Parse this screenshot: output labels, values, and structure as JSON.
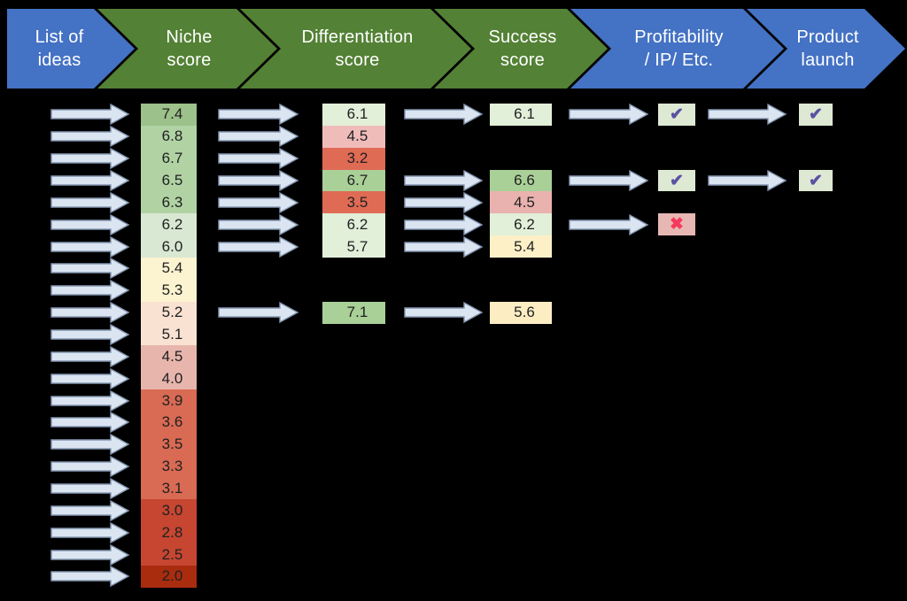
{
  "canvas": {
    "background": "#000000"
  },
  "banner": {
    "steps": [
      {
        "label": "List of\nideas",
        "color": "#4472c4"
      },
      {
        "label": "Niche\nscore",
        "color": "#538135"
      },
      {
        "label": "Differentiation\nscore",
        "color": "#538135"
      },
      {
        "label": "Success\nscore",
        "color": "#538135"
      },
      {
        "label": "Profitability\n/ IP/ Etc.",
        "color": "#4472c4"
      },
      {
        "label": "Product\nlaunch",
        "color": "#4472c4"
      }
    ]
  },
  "niche": {
    "rows": [
      {
        "value": "7.4",
        "bg": "#9cc18a"
      },
      {
        "value": "6.8",
        "bg": "#b1d3a4"
      },
      {
        "value": "6.7",
        "bg": "#b1d3a4"
      },
      {
        "value": "6.5",
        "bg": "#b1d3a4"
      },
      {
        "value": "6.3",
        "bg": "#b1d3a4"
      },
      {
        "value": "6.2",
        "bg": "#d9e8d2"
      },
      {
        "value": "6.0",
        "bg": "#d9e8d2"
      },
      {
        "value": "5.4",
        "bg": "#fcf3d0"
      },
      {
        "value": "5.3",
        "bg": "#fcf3d0"
      },
      {
        "value": "5.2",
        "bg": "#f9e2d2"
      },
      {
        "value": "5.1",
        "bg": "#f9e2d2"
      },
      {
        "value": "4.5",
        "bg": "#e7b5ac"
      },
      {
        "value": "4.0",
        "bg": "#e7b5ac"
      },
      {
        "value": "3.9",
        "bg": "#d96a54"
      },
      {
        "value": "3.6",
        "bg": "#d96a54"
      },
      {
        "value": "3.5",
        "bg": "#d96a54"
      },
      {
        "value": "3.3",
        "bg": "#d96a54"
      },
      {
        "value": "3.1",
        "bg": "#d96a54"
      },
      {
        "value": "3.0",
        "bg": "#c64631"
      },
      {
        "value": "2.8",
        "bg": "#c64631"
      },
      {
        "value": "2.5",
        "bg": "#c64631"
      },
      {
        "value": "2.0",
        "bg": "#a92c0e"
      }
    ]
  },
  "differentiation": {
    "rows": [
      {
        "value": "6.1",
        "bg": "#e2efd9",
        "row": 0
      },
      {
        "value": "4.5",
        "bg": "#f0bcba",
        "row": 1
      },
      {
        "value": "3.2",
        "bg": "#e06b55",
        "row": 2
      },
      {
        "value": "6.7",
        "bg": "#a9d096",
        "row": 3
      },
      {
        "value": "3.5",
        "bg": "#e06b55",
        "row": 4
      },
      {
        "value": "6.2",
        "bg": "#e2efd9",
        "row": 5
      },
      {
        "value": "5.7",
        "bg": "#e2efd9",
        "row": 6
      },
      {
        "value": "7.1",
        "bg": "#a9d096",
        "row": 9
      }
    ]
  },
  "success": {
    "rows": [
      {
        "value": "6.1",
        "bg": "#e2efd9",
        "row": 0
      },
      {
        "value": "6.6",
        "bg": "#a9d096",
        "row": 3
      },
      {
        "value": "4.5",
        "bg": "#e9b2ae",
        "row": 4
      },
      {
        "value": "6.2",
        "bg": "#e2efd9",
        "row": 5
      },
      {
        "value": "5.4",
        "bg": "#fdf0c6",
        "row": 6
      },
      {
        "value": "5.6",
        "bg": "#fcedc3",
        "row": 9
      }
    ]
  },
  "profitability": {
    "cells": [
      {
        "mark": "check",
        "row": 0
      },
      {
        "mark": "check",
        "row": 3
      },
      {
        "mark": "cross",
        "row": 5
      }
    ]
  },
  "launch": {
    "cells": [
      {
        "mark": "check",
        "row": 0
      },
      {
        "mark": "check",
        "row": 3
      }
    ]
  },
  "marks": {
    "check_glyph": "✔",
    "cross_glyph": "✖",
    "check_color": "#5a52a2",
    "cross_color": "#f43a5e",
    "check_bg": "#dde9d3",
    "cross_bg": "#e7b7b3"
  },
  "arrows": {
    "fill": "#dbe5f2",
    "stroke": "#8496b0",
    "stage1_rows": [
      0,
      1,
      2,
      3,
      4,
      5,
      6,
      7,
      8,
      9,
      10,
      11,
      12,
      13,
      14,
      15,
      16,
      17,
      18,
      19,
      20,
      21
    ],
    "stage2_rows": [
      0,
      1,
      2,
      3,
      4,
      5,
      6,
      9
    ],
    "stage3_rows": [
      0,
      3,
      4,
      5,
      6,
      9
    ],
    "stage4_rows": [
      0,
      3,
      5
    ],
    "stage5_rows": [
      0,
      3
    ]
  }
}
